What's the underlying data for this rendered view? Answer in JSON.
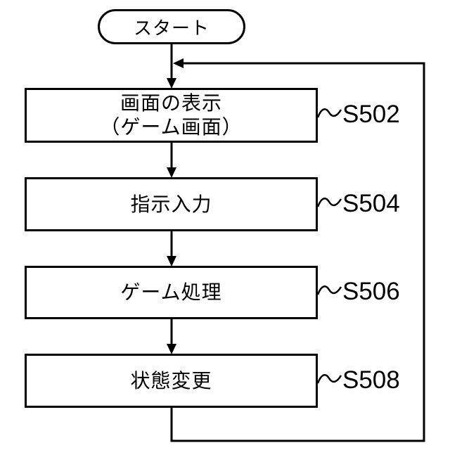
{
  "figure": {
    "type": "flowchart",
    "colors": {
      "line": "#000000",
      "background": "#ffffff",
      "text": "#000000"
    },
    "start": {
      "label": "スタート"
    },
    "steps": [
      {
        "ref": "S502",
        "lines": [
          "画面の表示",
          "（ゲーム画面）"
        ]
      },
      {
        "ref": "S504",
        "lines": [
          "指示入力"
        ]
      },
      {
        "ref": "S506",
        "lines": [
          "ゲーム処理"
        ]
      },
      {
        "ref": "S508",
        "lines": [
          "状態変更"
        ]
      }
    ],
    "connections": [
      "start -> S502",
      "S502 -> S504",
      "S504 -> S506",
      "S506 -> S508",
      "S508 -> loop-back -> line above S502"
    ]
  }
}
